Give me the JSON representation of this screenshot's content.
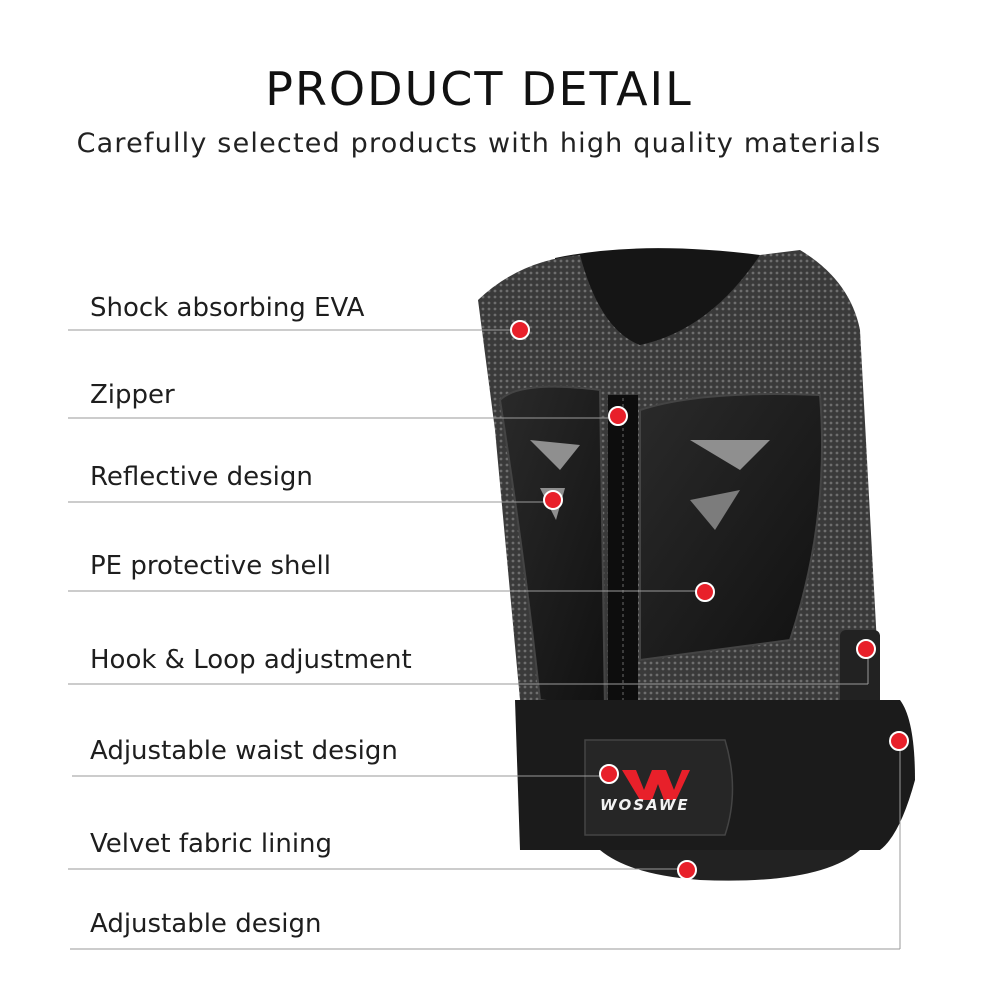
{
  "header": {
    "title": "PRODUCT DETAIL",
    "subtitle": "Carefully selected products with high quality materials"
  },
  "features": [
    {
      "label": "Shock absorbing EVA"
    },
    {
      "label": "Zipper"
    },
    {
      "label": "Reflective design"
    },
    {
      "label": "PE protective shell"
    },
    {
      "label": "Hook & Loop adjustment"
    },
    {
      "label": "Adjustable waist design"
    },
    {
      "label": "Velvet fabric lining"
    },
    {
      "label": "Adjustable design"
    }
  ],
  "brand": {
    "name": "WOSAWE"
  },
  "colors": {
    "marker": "#e8202a",
    "line": "#9a9a9a",
    "vest": "#1b1b1b"
  }
}
